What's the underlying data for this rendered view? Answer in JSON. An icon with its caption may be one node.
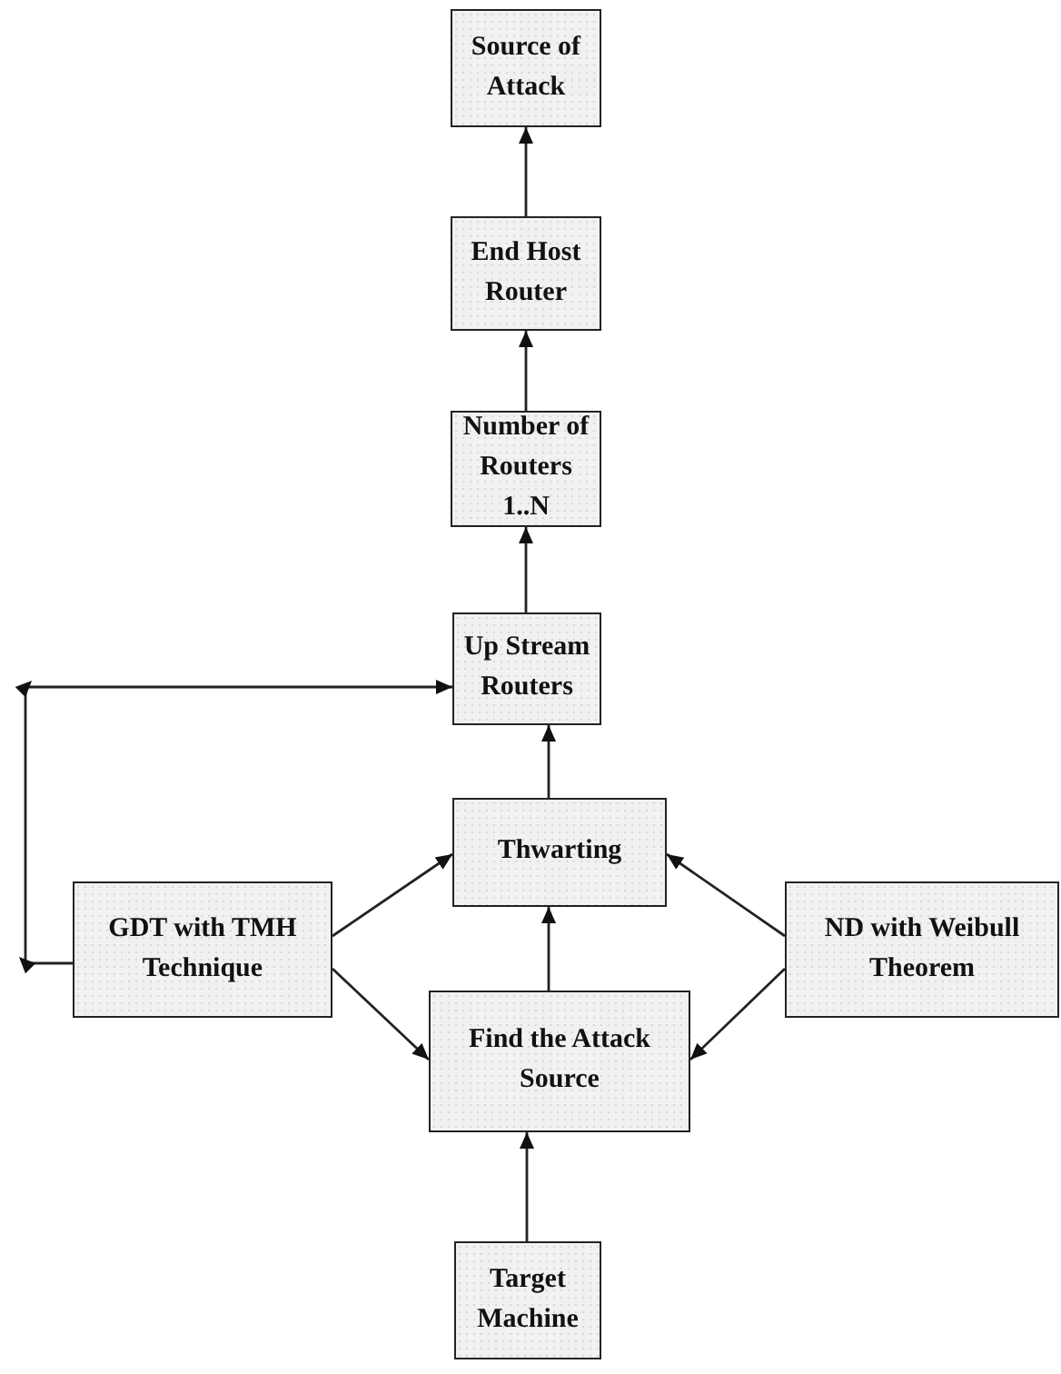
{
  "diagram": {
    "nodes": [
      {
        "text": [
          "Source of Attack"
        ]
      },
      {
        "text": [
          "End Host Router"
        ]
      },
      {
        "text": [
          "Number of Routers 1..N"
        ]
      },
      {
        "text": [
          "Up Stream Routers"
        ]
      },
      {
        "text": [
          "Thwarting"
        ]
      },
      {
        "text": [
          "GDT with TMH Technique"
        ]
      },
      {
        "text": [
          "ND with Weibull Theorem"
        ]
      },
      {
        "text": [
          "Find the Attack Source"
        ]
      },
      {
        "text": [
          "Target Machine"
        ]
      }
    ],
    "edges": [
      {
        "from": 1,
        "to": 0,
        "arrow": "to"
      },
      {
        "from": 2,
        "to": 1,
        "arrow": "to"
      },
      {
        "from": 3,
        "to": 2,
        "arrow": "to"
      },
      {
        "from": 4,
        "to": 3,
        "arrow": "to"
      },
      {
        "from": 5,
        "to": 3,
        "arrow": "to"
      },
      {
        "from": 5,
        "to": 4,
        "arrow": "to"
      },
      {
        "from": 6,
        "to": 4,
        "arrow": "to"
      },
      {
        "from": 7,
        "to": 4,
        "arrow": "to"
      },
      {
        "from": 5,
        "to": 7,
        "arrow": "to"
      },
      {
        "from": 6,
        "to": 7,
        "arrow": "to"
      },
      {
        "from": 8,
        "to": 7,
        "arrow": "to"
      }
    ]
  }
}
